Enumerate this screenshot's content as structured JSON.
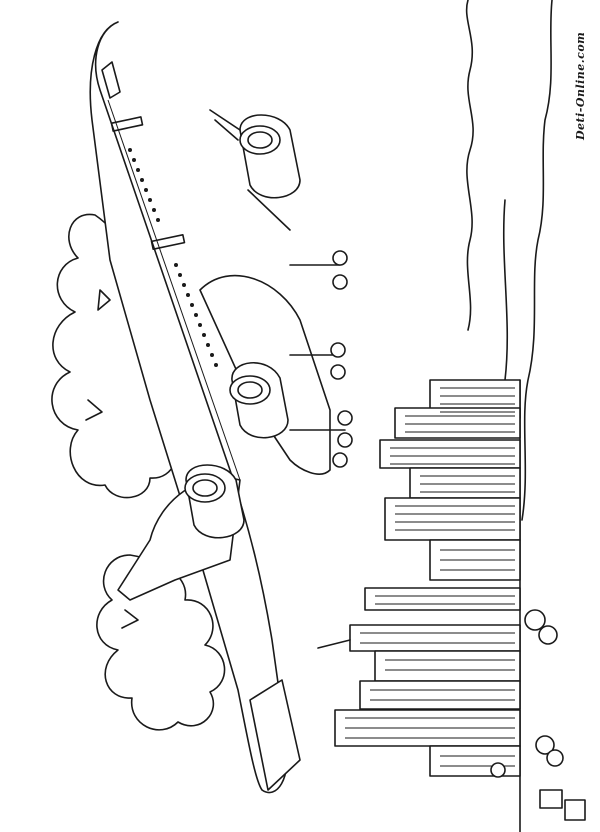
{
  "watermark": {
    "text": "Deti-Online.com"
  },
  "palette": {
    "ink": "#1a1a1a",
    "paper": "#ffffff"
  },
  "scene": {
    "subjects": [
      "airliner",
      "city-skyline",
      "cloud",
      "tree"
    ]
  }
}
